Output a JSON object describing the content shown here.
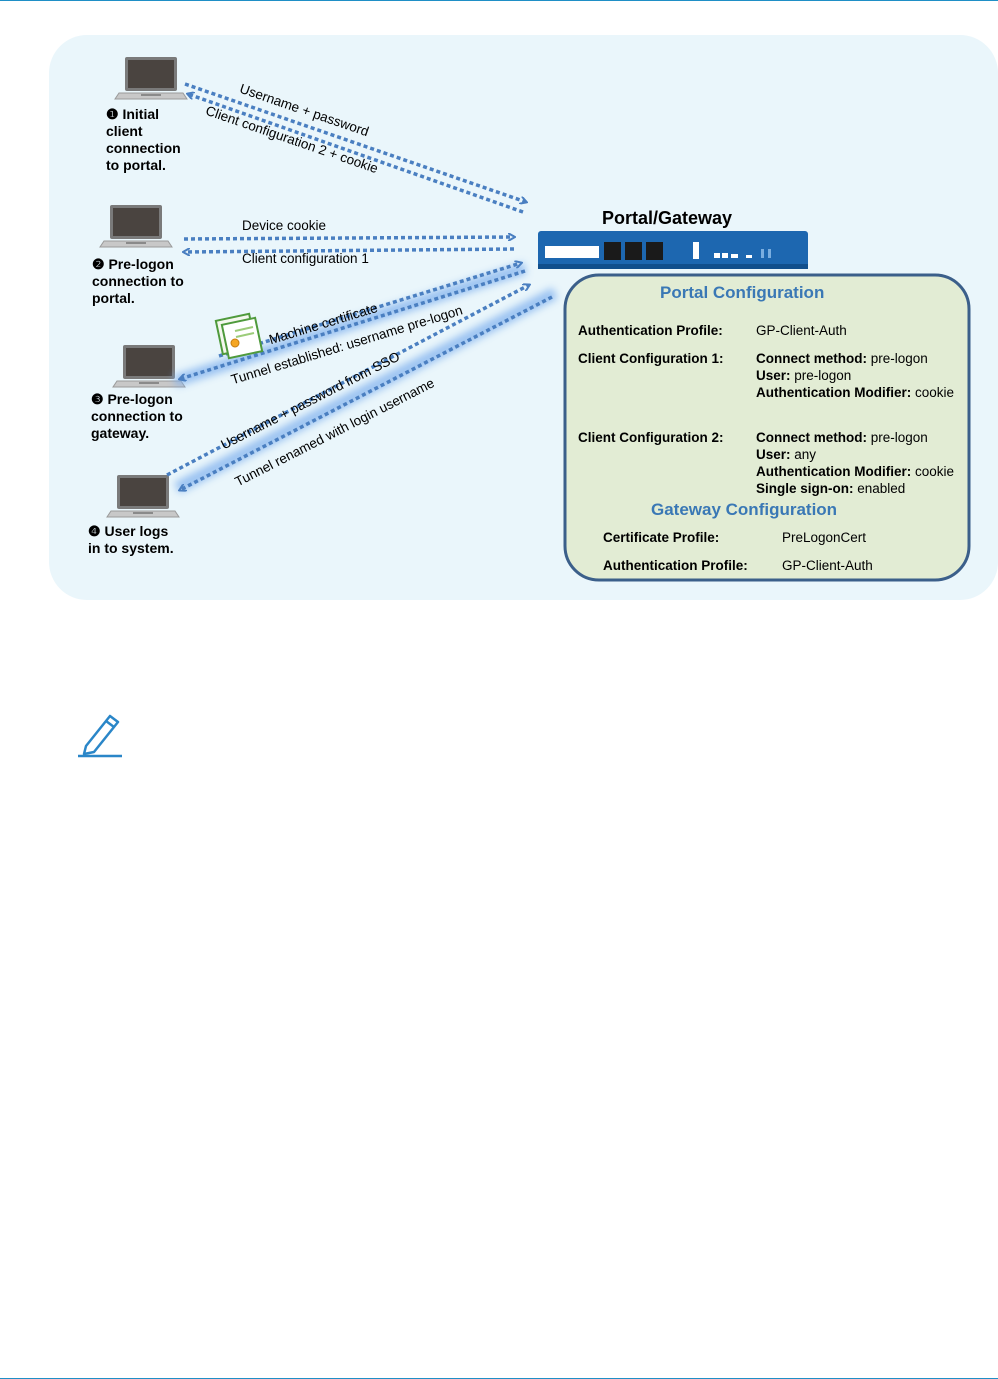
{
  "colors": {
    "accent": "#3a78b5",
    "panel_bg": "#eaf6fb",
    "config_bg": "#e2ecd4",
    "config_border": "#3b5f8a",
    "rule": "#1f8fc6"
  },
  "steps": {
    "s1": {
      "marker": "❶",
      "lines": [
        "Initial",
        "client",
        "connection",
        "to portal."
      ]
    },
    "s2": {
      "marker": "❷",
      "lines": [
        "Pre-logon",
        "connection to",
        "portal."
      ]
    },
    "s3": {
      "marker": "❸",
      "lines": [
        "Pre-logon",
        "connection to",
        "gateway."
      ]
    },
    "s4": {
      "marker": "❹",
      "lines": [
        "User logs",
        "in to system."
      ]
    }
  },
  "flows": {
    "username_password": "Username + password",
    "client_config2_cookie": "Client configuration 2 + cookie",
    "device_cookie": "Device cookie",
    "client_config1": "Client configuration 1",
    "machine_certificate": "Machine certificate",
    "tunnel_established": "Tunnel established: username pre-logon",
    "username_password_sso": "Username + password from SSO",
    "tunnel_renamed": "Tunnel renamed with login username"
  },
  "device_title": "Portal/Gateway",
  "portal": {
    "heading": "Portal Configuration",
    "auth_profile_key": "Authentication Profile:",
    "auth_profile_value": "GP-Client-Auth",
    "cc1_key": "Client Configuration 1:",
    "cc1": {
      "connect_key": "Connect method:",
      "connect_value": "pre-logon",
      "user_key": "User:",
      "user_value": "pre-logon",
      "modifier_key": "Authentication Modifier:",
      "modifier_value": "cookie"
    },
    "cc2_key": "Client Configuration 2:",
    "cc2": {
      "connect_key": "Connect method:",
      "connect_value": "pre-logon",
      "user_key": "User:",
      "user_value": "any",
      "modifier_key": "Authentication Modifier:",
      "modifier_value": "cookie",
      "sso_key": "Single sign-on:",
      "sso_value": "enabled"
    }
  },
  "gateway": {
    "heading": "Gateway Configuration",
    "cert_profile_key": "Certificate Profile:",
    "cert_profile_value": "PreLogonCert",
    "auth_profile_key": "Authentication Profile:",
    "auth_profile_value": "GP-Client-Auth"
  },
  "icons": [
    "laptop-icon",
    "firewall-appliance-icon",
    "certificate-icon",
    "pencil-note-icon"
  ]
}
